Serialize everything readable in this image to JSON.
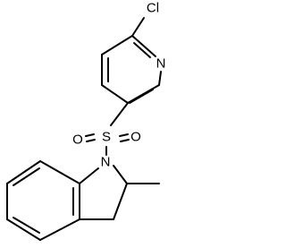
{
  "molecule": {
    "atoms": {
      "chlorine": "Cl",
      "pyridine_nitrogen": "N",
      "sulfur": "S",
      "oxygen_left": "O",
      "oxygen_right": "O",
      "indoline_nitrogen": "N"
    }
  }
}
